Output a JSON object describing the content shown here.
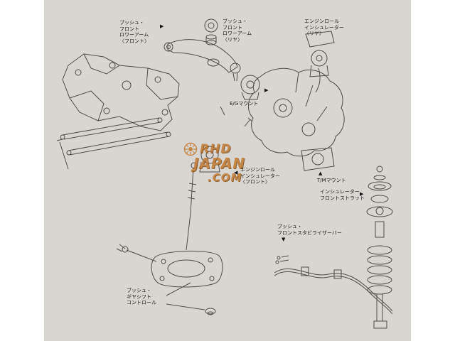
{
  "colors": {
    "canvas_bg": "#d9d6d2",
    "line": "#4f4c48",
    "label_text": "#1a1a1a",
    "watermark_orange": "#c1762a",
    "watermark_outline": "#7d4a14"
  },
  "watermark": {
    "rhd": "RHD",
    "japan": "JAPAN",
    "com": ".COM"
  },
  "icons": {
    "arrow_right": "▶",
    "arrow_left": "◀",
    "arrow_up": "▲",
    "arrow_down": "▼"
  },
  "labels": {
    "bush_front_lower_arm_front": "ブッシュ・\nフロント\nロワーアーム\n〈フロント〉",
    "bush_front_lower_arm_rear": "ブッシュ・\nフロント\nロワーアーム\n〈リヤ〉",
    "engine_roll_insulator_rear": "エンジンロール\nインシュレーター\n〈リヤ〉",
    "eg_mount": "E/Gマウント",
    "engine_roll_insulator_front": "エンジンロール\nインシュレーター\n〈フロント〉",
    "tm_mount": "T/Mマウント",
    "insulator_front_strut": "インシュレーター\nフロントストラット",
    "bush_front_stabilizer_bar": "ブッシュ・\nフロントスタビライザーバー",
    "bush_gearshift_control": "ブッシュ・\nギヤシフト\nコントロール"
  }
}
